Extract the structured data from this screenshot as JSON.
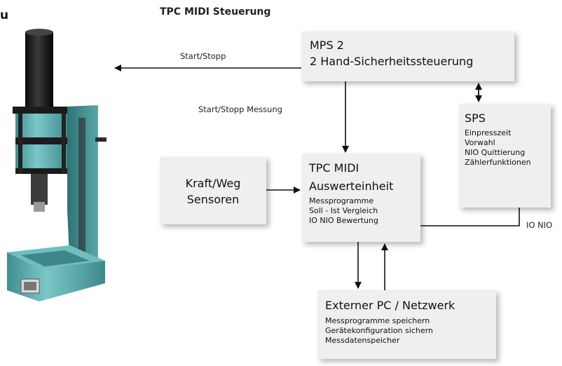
{
  "corner_text": "u",
  "title": "TPC MIDI Steuerung",
  "boxes": {
    "mps": {
      "line1": "MPS 2",
      "line2": "2 Hand-Sicherheitssteuerung"
    },
    "sps": {
      "title": "SPS",
      "items": [
        "Einpresszeit",
        "Vorwahl",
        "NIO Quittierung",
        "Zählerfunktionen"
      ]
    },
    "tpc": {
      "line1": "TPC MIDI",
      "line2": "Auswerteinheit",
      "items": [
        "Messprogramme",
        "Soll - Ist Vergleich",
        "IO NIO Bewertung"
      ]
    },
    "kraft": {
      "line1": "Kraft/Weg",
      "line2": "Sensoren"
    },
    "pc": {
      "title": "Externer PC / Netzwerk",
      "items": [
        "Messprogramme speichern",
        "Gerätekonfiguration sichern",
        "Messdatenspeicher"
      ]
    }
  },
  "labels": {
    "start_stopp": "Start/Stopp",
    "start_stopp_messung": "Start/Stopp Messung",
    "io_nio": "IO NIO"
  },
  "colors": {
    "box_bg": "#efefef",
    "machine": "#5fb3b4",
    "arrow": "#111111"
  }
}
